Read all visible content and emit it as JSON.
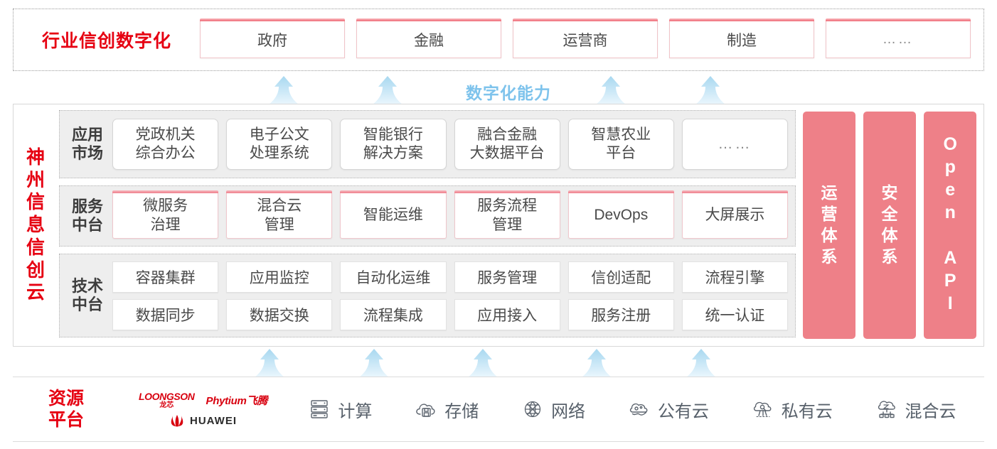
{
  "industry": {
    "title": "行业信创数字化",
    "cards": [
      "政府",
      "金融",
      "运营商",
      "制造",
      "……"
    ]
  },
  "capability": {
    "label": "数字化能力",
    "arrow_count_top": 4,
    "arrow_count_bottom": 5,
    "arrow_color": "#bfe2f5"
  },
  "cloud": {
    "title_chars": [
      "神",
      "州",
      "信",
      "息",
      "信",
      "创",
      "云"
    ],
    "title_color": "#E60012",
    "rows": [
      {
        "label_chars": [
          "应用",
          "市场"
        ],
        "items": [
          "党政机关\n综合办公",
          "电子公文\n处理系统",
          "智能银行\n解决方案",
          "融合金融\n大数据平台",
          "智慧农业\n平台",
          "……"
        ]
      },
      {
        "label_chars": [
          "服务",
          "中台"
        ],
        "items": [
          "微服务\n治理",
          "混合云\n管理",
          "智能运维",
          "服务流程\n管理",
          "DevOps",
          "大屏展示"
        ]
      },
      {
        "label_chars": [
          "技术",
          "中台"
        ],
        "row1": [
          "容器集群",
          "应用监控",
          "自动化运维",
          "服务管理",
          "信创适配",
          "流程引擎"
        ],
        "row2": [
          "数据同步",
          "数据交换",
          "流程集成",
          "应用接入",
          "服务注册",
          "统一认证"
        ]
      }
    ],
    "pillars": [
      {
        "chars": [
          "运",
          "营",
          "体",
          "系"
        ],
        "rotated": false
      },
      {
        "chars": [
          "安",
          "全",
          "体",
          "系"
        ],
        "rotated": false
      },
      {
        "text": "Open API",
        "rotated": true
      }
    ],
    "pillar_color": "#ee8088"
  },
  "resource": {
    "title_chars": [
      "资源",
      "平台"
    ],
    "title_color": "#E60012",
    "vendors": [
      {
        "name": "LOONGSON",
        "cn": "龙芯",
        "icon": "loongson-logo"
      },
      {
        "name": "Phytium飞腾",
        "icon": "phytium-logo"
      },
      {
        "name": "HUAWEI",
        "icon": "huawei-logo"
      }
    ],
    "items": [
      {
        "label": "计算",
        "icon": "server-icon"
      },
      {
        "label": "存储",
        "icon": "cloud-storage-icon"
      },
      {
        "label": "网络",
        "icon": "network-globe-icon"
      },
      {
        "label": "公有云",
        "icon": "public-cloud-icon"
      },
      {
        "label": "私有云",
        "icon": "private-cloud-icon"
      },
      {
        "label": "混合云",
        "icon": "hybrid-cloud-icon"
      }
    ]
  }
}
